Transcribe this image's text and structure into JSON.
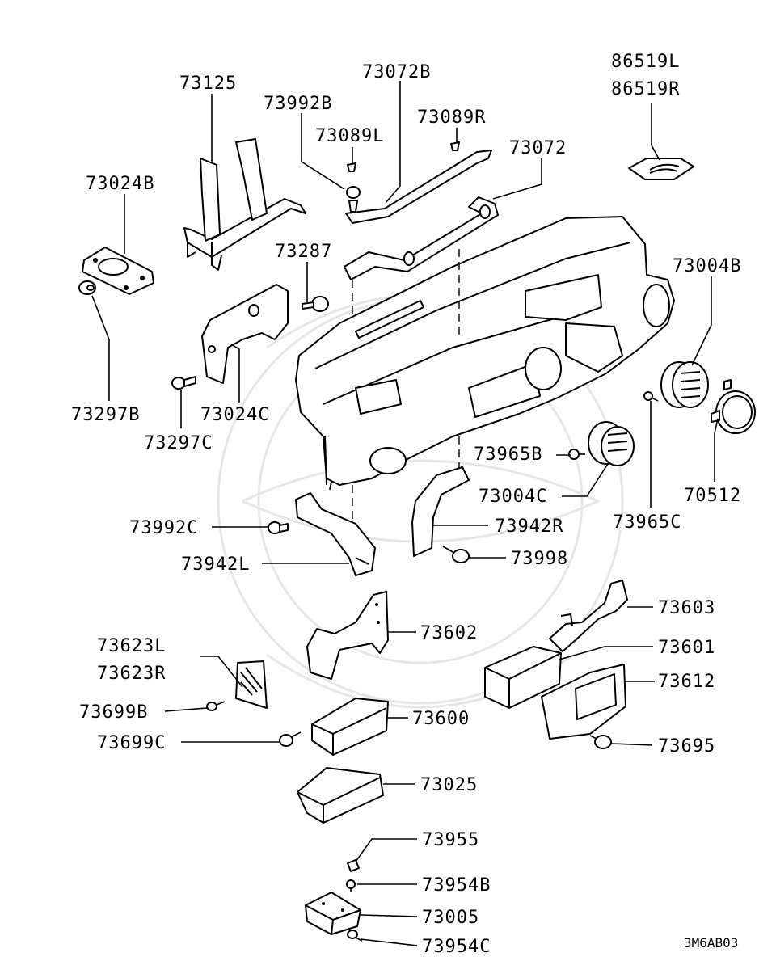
{
  "diagram_code": "3M6AB03",
  "labels": {
    "p73125": "73125",
    "p73072B": "73072B",
    "p73992B": "73992B",
    "p73089L": "73089L",
    "p73089R": "73089R",
    "p73072": "73072",
    "p86519L": "86519L",
    "p86519R": "86519R",
    "p73024B": "73024B",
    "p73287": "73287",
    "p73004B": "73004B",
    "p73297B": "73297B",
    "p73024C": "73024C",
    "p73297C": "73297C",
    "p73965B": "73965B",
    "p70512": "70512",
    "p73004C": "73004C",
    "p73965C": "73965C",
    "p73992C": "73992C",
    "p73942R": "73942R",
    "p73942L": "73942L",
    "p73998": "73998",
    "p73603": "73603",
    "p73602": "73602",
    "p73601": "73601",
    "p73623L": "73623L",
    "p73623R": "73623R",
    "p73612": "73612",
    "p73699B": "73699B",
    "p73600": "73600",
    "p73699C": "73699C",
    "p73695": "73695",
    "p73025": "73025",
    "p73955": "73955",
    "p73954B": "73954B",
    "p73005": "73005",
    "p73954C": "73954C"
  }
}
